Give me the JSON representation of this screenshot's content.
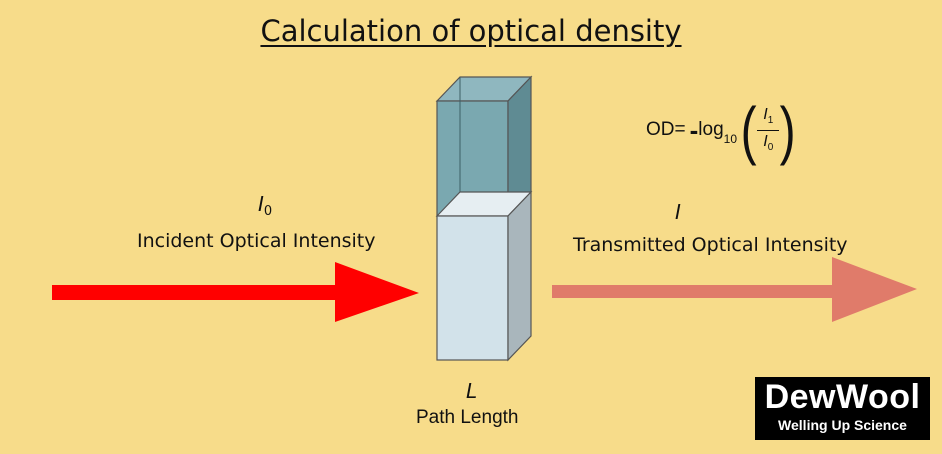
{
  "title": "Calculation of optical density",
  "incident": {
    "symbol": "I",
    "subscript": "0",
    "label": "Incident Optical Intensity"
  },
  "transmitted": {
    "symbol": "I",
    "label": "Transmitted Optical Intensity"
  },
  "path": {
    "symbol": "L",
    "label": "Path Length"
  },
  "formula": {
    "lhs": "OD=",
    "minus": "-",
    "log": "log",
    "base": "10",
    "numerator": "I",
    "numerator_sub": "1",
    "denominator": "I",
    "denominator_sub": "0"
  },
  "logo": {
    "brand": "DewWool",
    "tagline": "Welling Up Science"
  },
  "colors": {
    "background": "#f7dc8a",
    "incident_arrow": "#ff0000",
    "transmitted_arrow": "#e07b6a",
    "cuvette_liquid": "#7aa8b0",
    "cuvette_body": "#d2e2ea"
  }
}
